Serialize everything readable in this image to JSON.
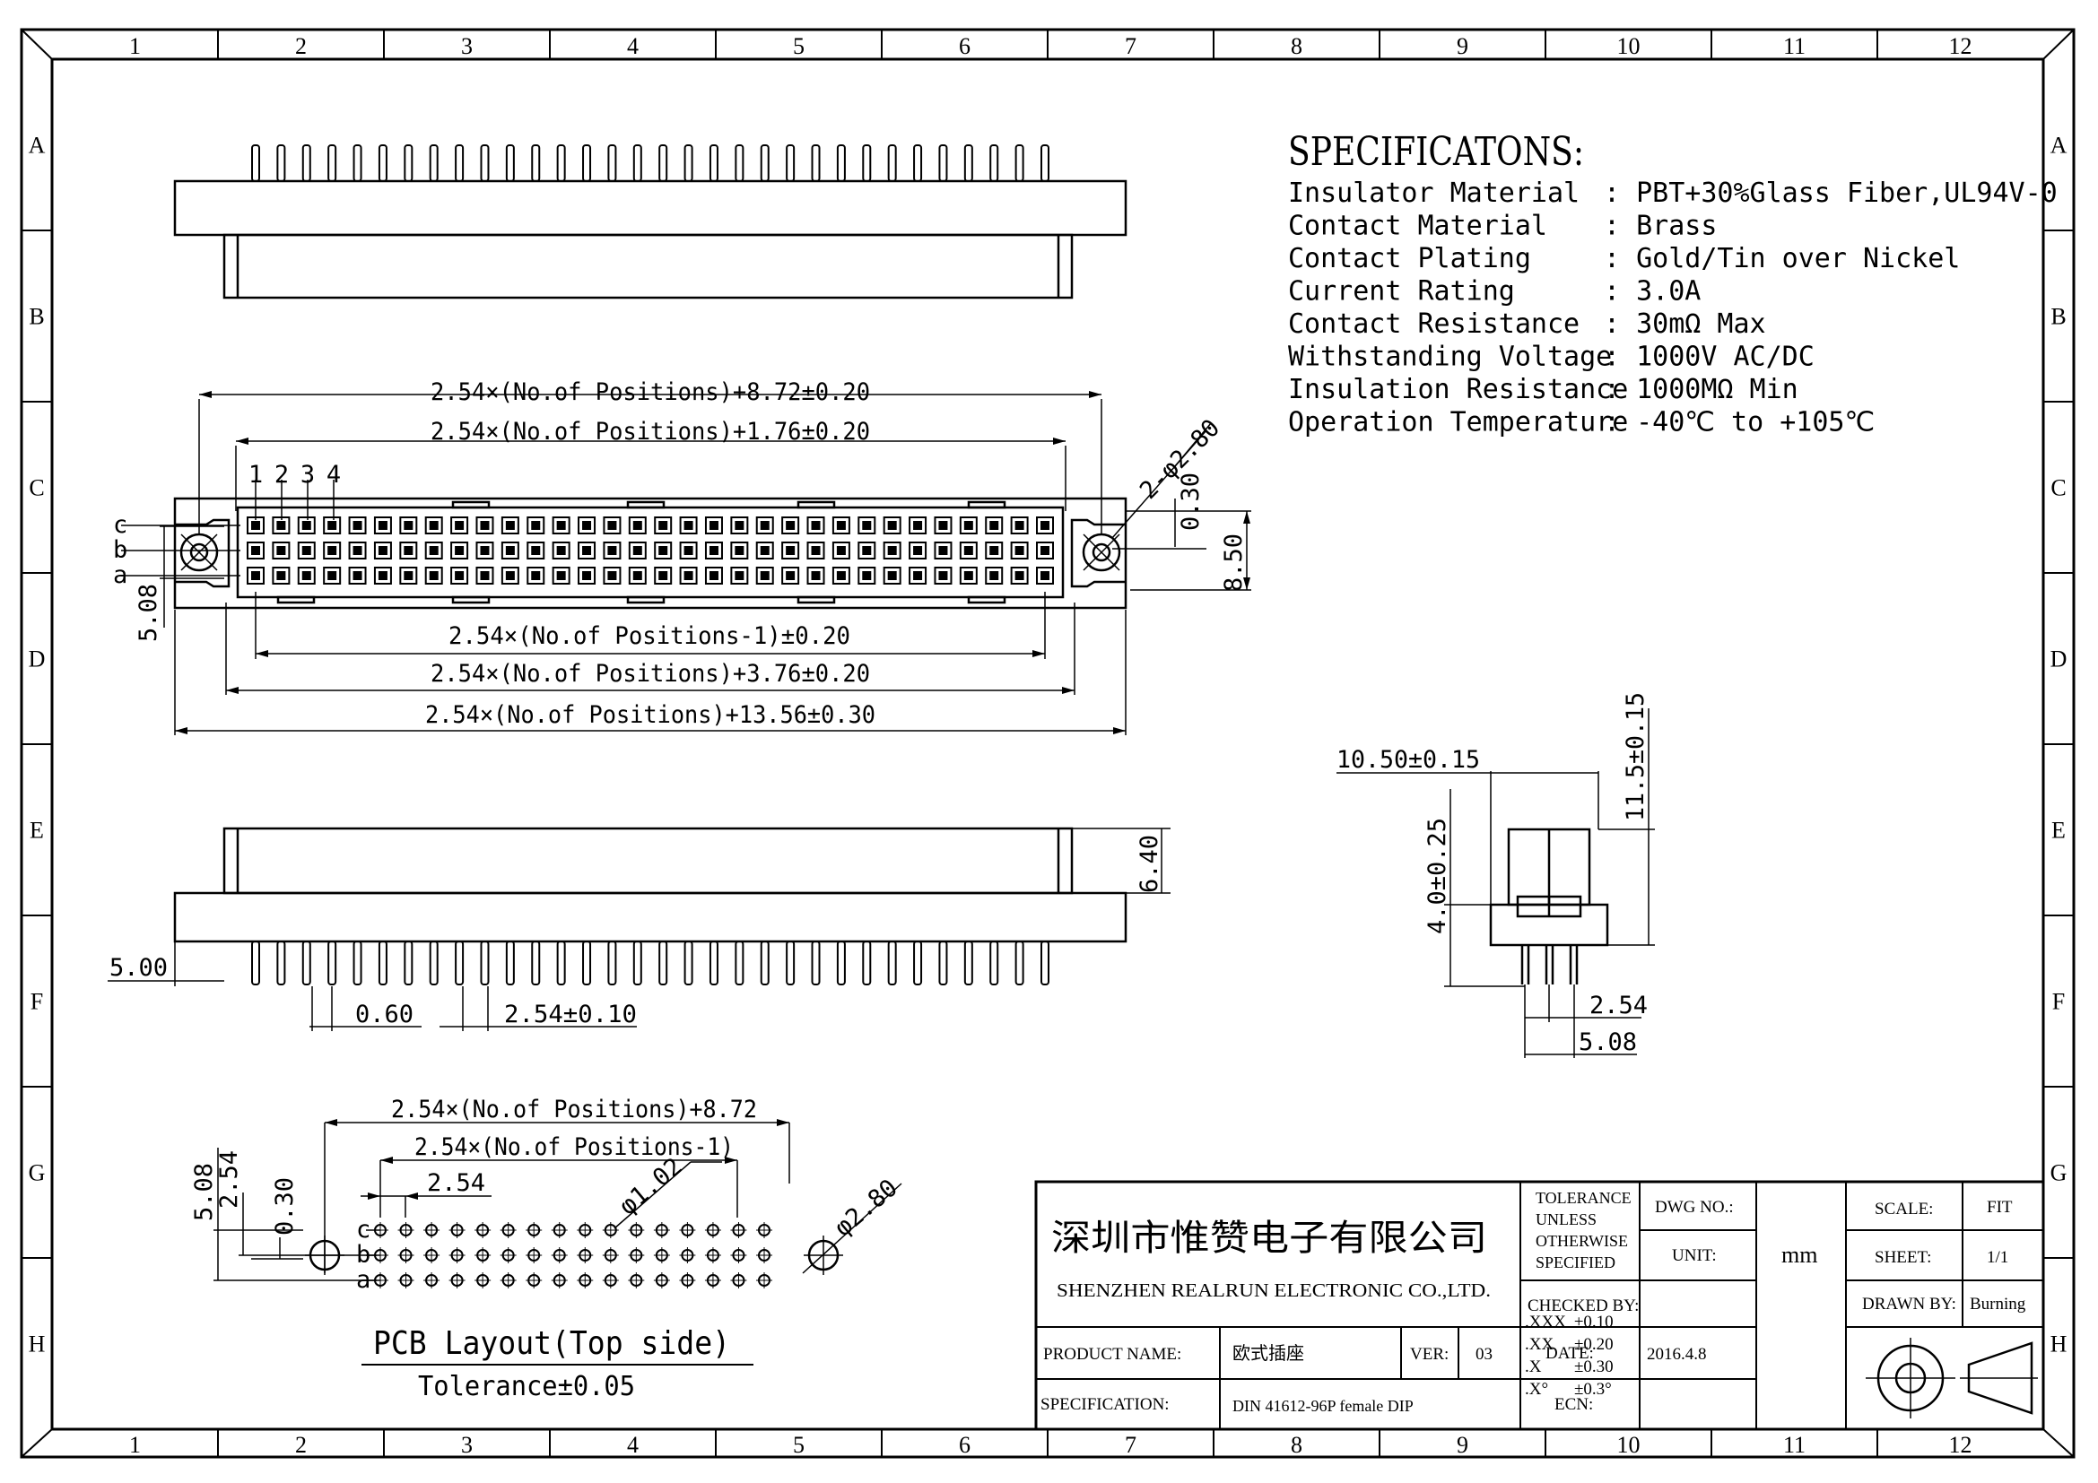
{
  "border": {
    "cols": [
      "1",
      "2",
      "3",
      "4",
      "5",
      "6",
      "7",
      "8",
      "9",
      "10",
      "11",
      "12"
    ],
    "rows": [
      "A",
      "B",
      "C",
      "D",
      "E",
      "F",
      "G",
      "H"
    ]
  },
  "specs": {
    "title": "SPECIFICATONS:",
    "items": [
      {
        "label": "Insulator Material",
        "value": ": PBT+30%Glass Fiber,UL94V-0"
      },
      {
        "label": "Contact Material",
        "value": ": Brass"
      },
      {
        "label": "Contact Plating",
        "value": ": Gold/Tin over Nickel"
      },
      {
        "label": "Current Rating",
        "value": ": 3.0A"
      },
      {
        "label": "Contact Resistance",
        "value": ": 30mΩ Max"
      },
      {
        "label": "Withstanding Voltage",
        "value": ": 1000V AC/DC"
      },
      {
        "label": "Insulation Resistance",
        "value": ": 1000MΩ Min"
      },
      {
        "label": "Operation Temperature",
        "value": ": -40℃ to +105℃"
      }
    ]
  },
  "dims": {
    "top_len1": "2.54×(No.of Positions)+8.72±0.20",
    "top_len2": "2.54×(No.of Positions)+1.76±0.20",
    "bot_len1": "2.54×(No.of Positions-1)±0.20",
    "bot_len2": "2.54×(No.of Positions)+3.76±0.20",
    "bot_len3": "2.54×(No.of Positions)+13.56±0.30",
    "hole": "2-φ2.80",
    "d030": "0.30",
    "d850": "8.50",
    "d508": "5.08",
    "pins": [
      "1",
      "2",
      "3",
      "4"
    ],
    "rows": [
      "c",
      "b",
      "a"
    ],
    "d640": "6.40",
    "d500": "5.00",
    "d060": "0.60",
    "d254t": "2.54±0.10",
    "side_w": "10.50±0.15",
    "side_h": "11.5±0.15",
    "side_h2": "4.0±0.25",
    "side_254": "2.54",
    "side_508": "5.08"
  },
  "pcb": {
    "len1": "2.54×(No.of Positions)+8.72",
    "len2": "2.54×(No.of Positions-1)",
    "pitch": "2.54",
    "hole": "φ1.02",
    "mount": "φ2.80",
    "v508": "5.08",
    "v254": "2.54",
    "v030": "0.30",
    "rows": [
      "c",
      "b",
      "a"
    ],
    "title": "PCB Layout(Top side)",
    "tolerance": "Tolerance±0.05"
  },
  "titleblock": {
    "company_cn": "深圳市惟赞电子有限公司",
    "company_en": "SHENZHEN REALRUN ELECTRONIC CO.,LTD.",
    "tol_head": [
      "TOLERANCE",
      "UNLESS",
      "OTHERWISE",
      "SPECIFIED"
    ],
    "tol_rows": [
      {
        "k": ".XXX",
        "v": "±0.10"
      },
      {
        "k": ".XX",
        "v": "±0.20"
      },
      {
        "k": ".X",
        "v": "±0.30"
      },
      {
        "k": ".X°",
        "v": "±0.3°"
      }
    ],
    "dwg_no_label": "DWG NO.:",
    "dwg_no": "",
    "unit_label": "UNIT:",
    "unit": "mm",
    "checked_label": "CHECKED BY:",
    "checked": "",
    "date_label": "DATE:",
    "date": "2016.4.8",
    "ecn_label": "ECN:",
    "ecn": "",
    "scale_label": "SCALE:",
    "scale": "FIT",
    "sheet_label": "SHEET:",
    "sheet": "1/1",
    "drawn_label": "DRAWN BY:",
    "drawn": "Burning",
    "product_label": "PRODUCT NAME:",
    "product": "欧式插座",
    "ver_label": "VER:",
    "ver": "03",
    "spec_label": "SPECIFICATION:",
    "spec": "DIN 41612-96P female DIP"
  }
}
